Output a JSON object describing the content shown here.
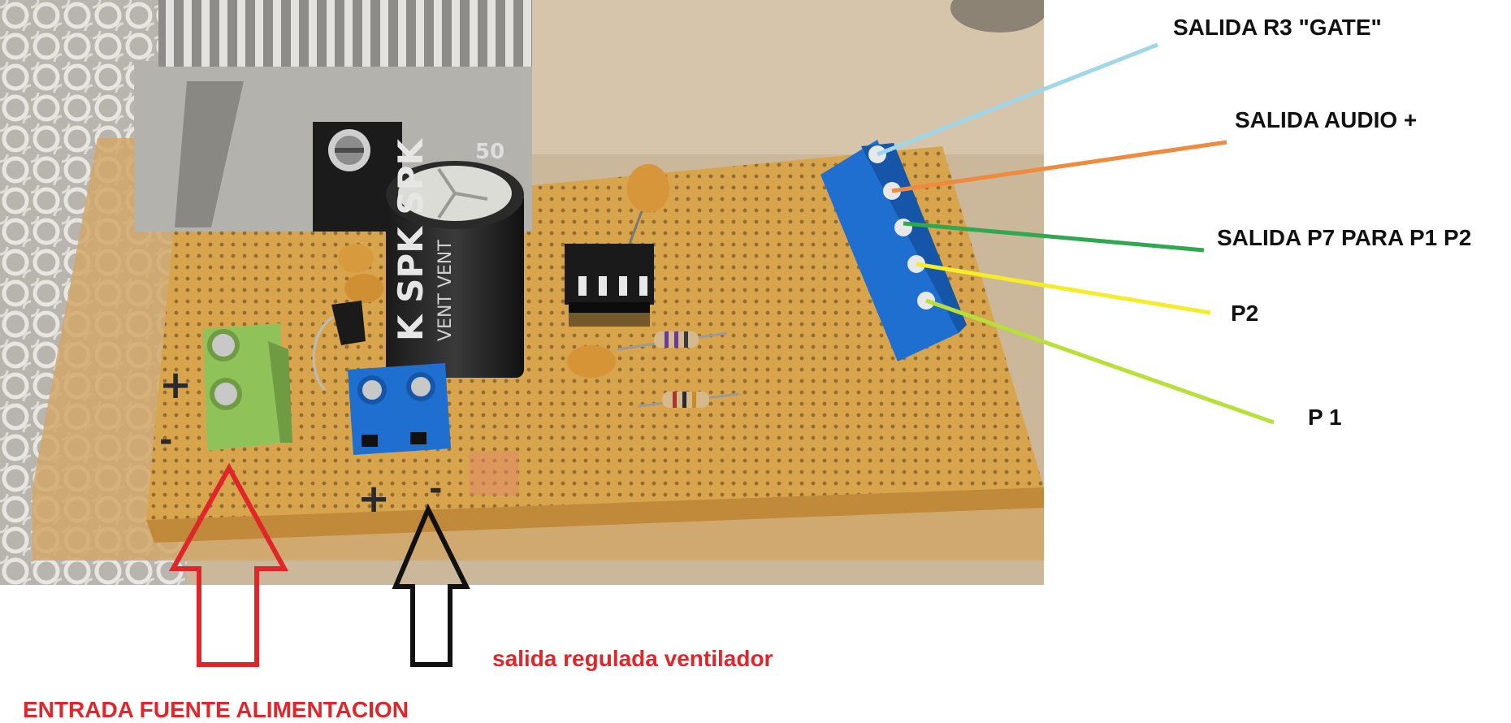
{
  "photo": {
    "description_icon": "circuit-board-photo",
    "board_marks": {
      "capacitor_text": "K SPK SPK",
      "capacitor_text2": "VENT VENT",
      "cap_top": "50",
      "plus_left": "+",
      "minus_left": "-",
      "plus_bottom": "+",
      "minus_bottom": "-"
    }
  },
  "labels": {
    "gate": "SALIDA R3 \"GATE\"",
    "audio": "SALIDA AUDIO +",
    "p7": "SALIDA P7 PARA P1 P2",
    "p2": "P2",
    "p1": "P 1",
    "fan_out": "salida regulada  ventilador",
    "power_in": "ENTRADA  FUENTE ALIMENTACION"
  },
  "colors": {
    "gate_line": "#9fd6e8",
    "audio_line": "#f08a3c",
    "p7_line": "#2fa84f",
    "p2_line": "#f5ec2a",
    "p1_line": "#b8df3a",
    "power_arrow": "#e0262a",
    "fan_arrow": "#111111",
    "terminal_blue": "#1f6fd0",
    "terminal_green": "#8fc35a",
    "board": "#d9a54c"
  }
}
